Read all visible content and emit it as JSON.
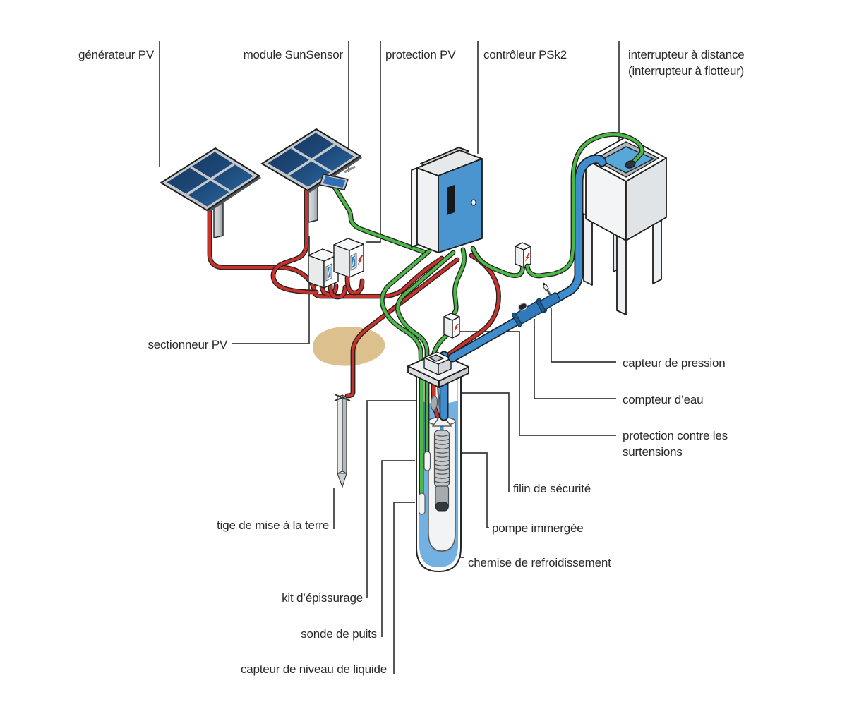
{
  "diagram": {
    "description": "schéma système de pompage solaire",
    "labels": {
      "generateur_pv": "générateur PV",
      "module_sunsensor": "module SunSensor",
      "protection_pv": "protection PV",
      "controleur": "contrôleur PSk2",
      "interrupteur_line1": "interrupteur à distance",
      "interrupteur_line2": "(interrupteur à flotteur)",
      "sectionneur_pv": "sectionneur PV",
      "capteur_pression": "capteur de pression",
      "compteur_eau": "compteur d’eau",
      "surtensions_line1": "protection contre les",
      "surtensions_line2": "surtensions",
      "filin": "filin de sécurité",
      "pompe": "pompe immergée",
      "chemise": "chemise de refroidissement",
      "tige": "tige de mise à la terre",
      "kit": "kit d’épissurage",
      "sonde": "sonde de puits",
      "niveau": "capteur de niveau de liquide"
    },
    "colors": {
      "wire_red": "#c9322b",
      "wire_green": "#4cb848",
      "pipe_blue": "#3d8dcf",
      "controller_blue": "#4a94d0",
      "panel_dark": "#16365c",
      "panel_light": "#2f6da8",
      "water": "#57a7d9",
      "well_water": "#72b1e2",
      "ground_tan": "#dcc18f",
      "label": "#2b2a29",
      "leader": "#3a3a3a"
    }
  }
}
